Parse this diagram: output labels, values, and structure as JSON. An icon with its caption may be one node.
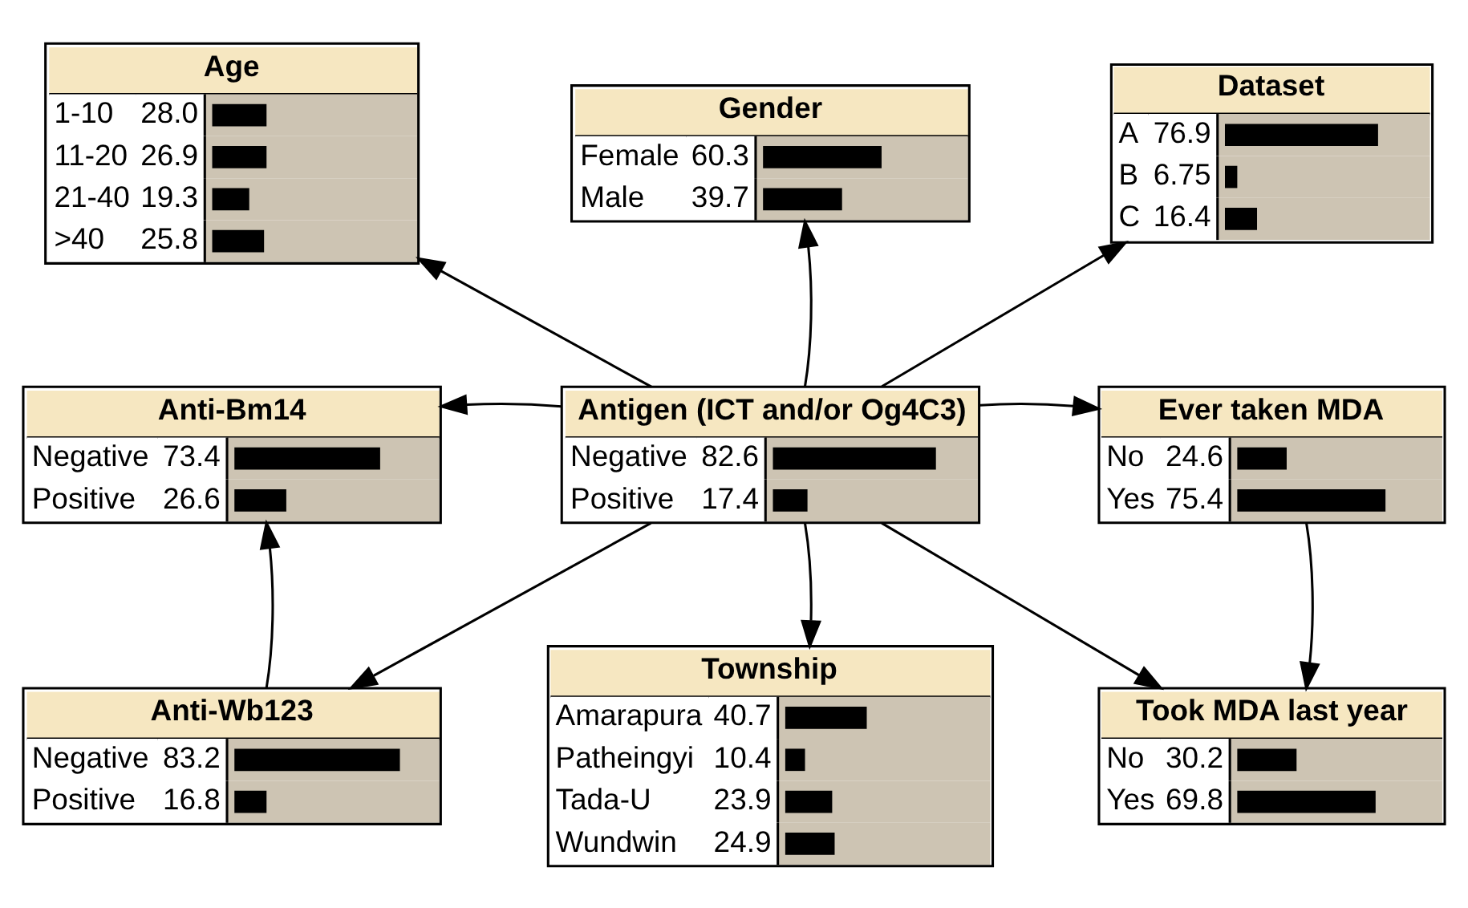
{
  "diagram": {
    "nodes": [
      {
        "text": [
          "Age",
          "1-10",
          "28.0",
          "11-20",
          "26.9",
          "21-40",
          "19.3",
          ">40",
          "25.8"
        ]
      },
      {
        "text": [
          "Gender",
          "Female",
          "60.3",
          "Male",
          "39.7"
        ]
      },
      {
        "text": [
          "Dataset",
          "A",
          "76.9",
          "B",
          "6.75",
          "C",
          "16.4"
        ]
      },
      {
        "text": [
          "Anti-Bm14",
          "Negative",
          "73.4",
          "Positive",
          "26.6"
        ]
      },
      {
        "text": [
          "Antigen (ICT and/or Og4C3)",
          "Negative",
          "82.6",
          "Positive",
          "17.4"
        ]
      },
      {
        "text": [
          "Ever taken MDA",
          "No",
          "24.6",
          "Yes",
          "75.4"
        ]
      },
      {
        "text": [
          "Anti-Wb123",
          "Negative",
          "83.2",
          "Positive",
          "16.8"
        ]
      },
      {
        "text": [
          "Township",
          "Amarapura",
          "40.7",
          "Patheingyi",
          "10.4",
          "Tada-U",
          "23.9",
          "Wundwin",
          "24.9"
        ]
      },
      {
        "text": [
          "Took MDA last year",
          "No",
          "30.2",
          "Yes",
          "69.8"
        ]
      }
    ],
    "edges": [
      {
        "from": 4,
        "to": 0,
        "arrow": "to"
      },
      {
        "from": 4,
        "to": 1,
        "arrow": "to"
      },
      {
        "from": 4,
        "to": 2,
        "arrow": "to"
      },
      {
        "from": 4,
        "to": 3,
        "arrow": "to"
      },
      {
        "from": 4,
        "to": 5,
        "arrow": "to"
      },
      {
        "from": 6,
        "to": 3,
        "arrow": "to"
      },
      {
        "from": 4,
        "to": 6,
        "arrow": "to"
      },
      {
        "from": 4,
        "to": 7,
        "arrow": "to"
      },
      {
        "from": 4,
        "to": 8,
        "arrow": "to"
      },
      {
        "from": 5,
        "to": 8,
        "arrow": "to"
      }
    ]
  }
}
